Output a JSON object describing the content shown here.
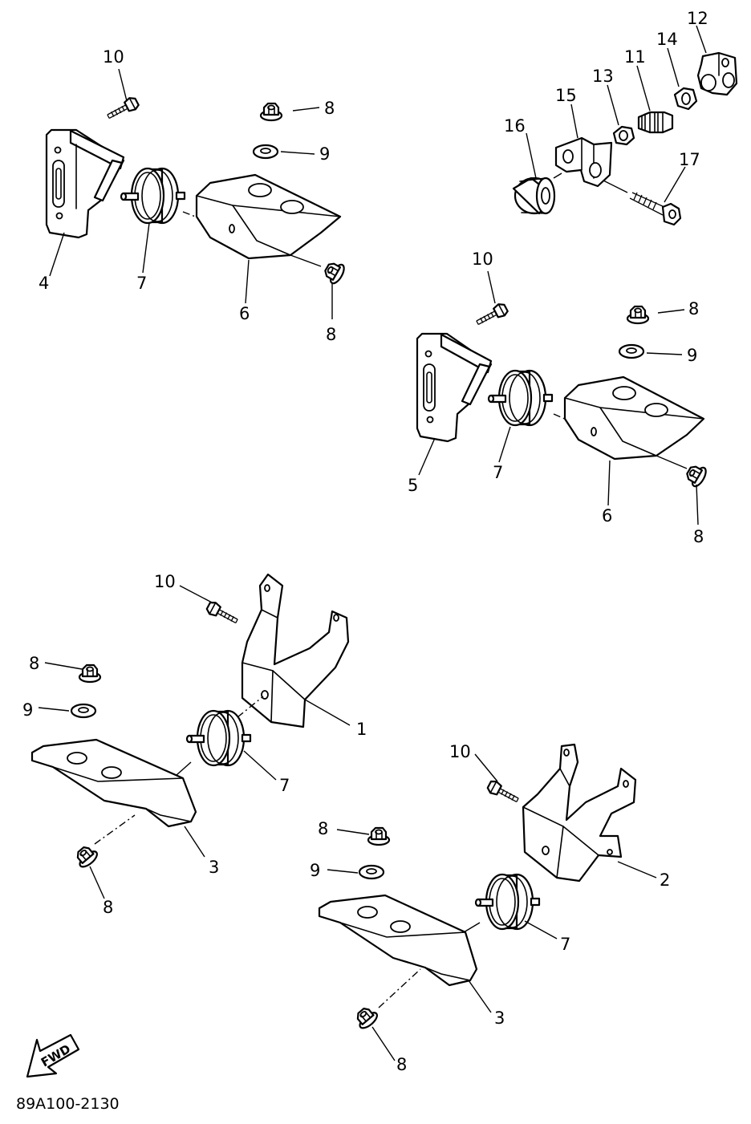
{
  "callouts": {
    "c1": "1",
    "c2": "2",
    "c3a": "3",
    "c3b": "3",
    "c4": "4",
    "c5": "5",
    "c6a": "6",
    "c6b": "6",
    "c7a": "7",
    "c7b": "7",
    "c7c": "7",
    "c7d": "7",
    "c8a": "8",
    "c8b": "8",
    "c8c": "8",
    "c8d": "8",
    "c8e": "8",
    "c8f": "8",
    "c8g": "8",
    "c9a": "9",
    "c9b": "9",
    "c9c": "9",
    "c9d": "9",
    "c10a": "10",
    "c10b": "10",
    "c10c": "10",
    "c10d": "10",
    "c11": "11",
    "c12": "12",
    "c13": "13",
    "c14": "14",
    "c15": "15",
    "c16": "16",
    "c17": "17"
  },
  "fwd_label": "FWD",
  "diagram_code": "89A100-2130"
}
